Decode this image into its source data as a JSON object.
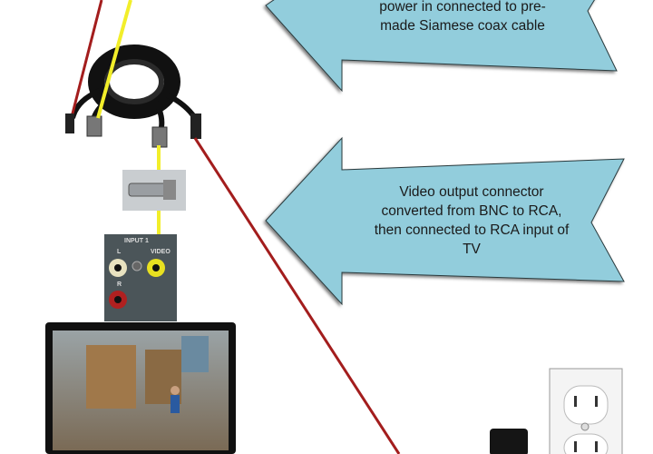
{
  "callouts": [
    {
      "text_line1": "power in connected to pre-",
      "text_line2": "made Siamese coax cable"
    },
    {
      "text_line1": "Video output connector",
      "text_line2": "converted from BNC to RCA,",
      "text_line3": "then connected to RCA input of",
      "text_line4": "TV"
    }
  ],
  "tv_panel": {
    "input_label": "INPUT 1",
    "left_label": "L",
    "video_label": "VIDEO",
    "right_label": "R"
  },
  "colors": {
    "arrow_fill": "#92cddc",
    "power_wire": "#a31d1d",
    "video_wire": "#f2ee2a",
    "panel": "#4b5559"
  }
}
